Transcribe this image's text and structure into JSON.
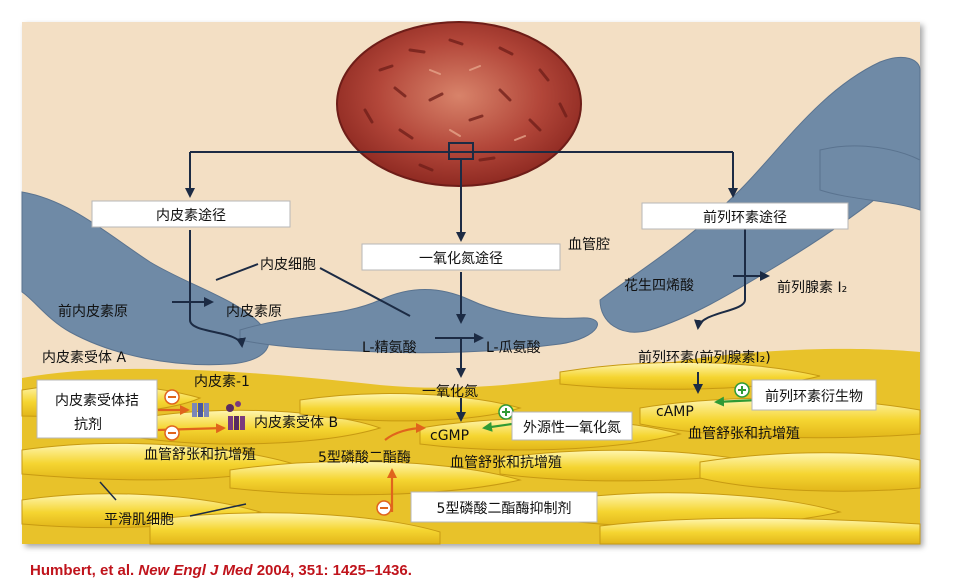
{
  "labels": {
    "endothelin_pathway": "内皮素途径",
    "no_pathway": "一氧化氮途径",
    "prostacyclin_pathway": "前列环素途径",
    "vessel_lumen": "血管腔",
    "endothelial_cell": "内皮细胞",
    "pro_endothelin": "前内皮素原",
    "endothelin_pre": "内皮素原",
    "arachidonic_acid": "花生四烯酸",
    "prostaglandin_i2": "前列腺素 I₂",
    "l_arginine": "L-精氨酸",
    "l_citrulline": "L-瓜氨酸",
    "endothelin_receptor_a": "内皮素受体 A",
    "endothelin_1": "内皮素-1",
    "endothelin_receptor_b": "内皮素受体 B",
    "nitric_oxide": "一氧化氮",
    "cgmp": "cGMP",
    "exogenous_no": "外源性一氧化氮",
    "prostacyclin_paren": "前列环素(前列腺素I₂)",
    "camp": "cAMP",
    "prostacyclin_derivatives": "前列环素衍生物",
    "antagonist_line1": "内皮素受体拮",
    "antagonist_line2": "抗剂",
    "vasodilation_left": "血管舒张和抗增殖",
    "vasodilation_mid": "血管舒张和抗增殖",
    "vasodilation_right": "血管舒张和抗增殖",
    "pde5": "5型磷酸二酯酶",
    "pde5_inhibitor": "5型磷酸二酯酶抑制剂",
    "smooth_muscle": "平滑肌细胞"
  },
  "citation": {
    "authors": "Humbert, et al.",
    "journal": "New Engl J Med",
    "details": "2004, 351: 1425–1436."
  },
  "colors": {
    "background": "#f3dfc4",
    "endothelium": "#6f8aa6",
    "smooth_muscle": "#f5d531",
    "red_cell": "#a9332a",
    "arrow": "#1c2b44",
    "stimulate": "#2f9a35",
    "inhibit": "#e0641c",
    "citation": "#c0141c"
  }
}
